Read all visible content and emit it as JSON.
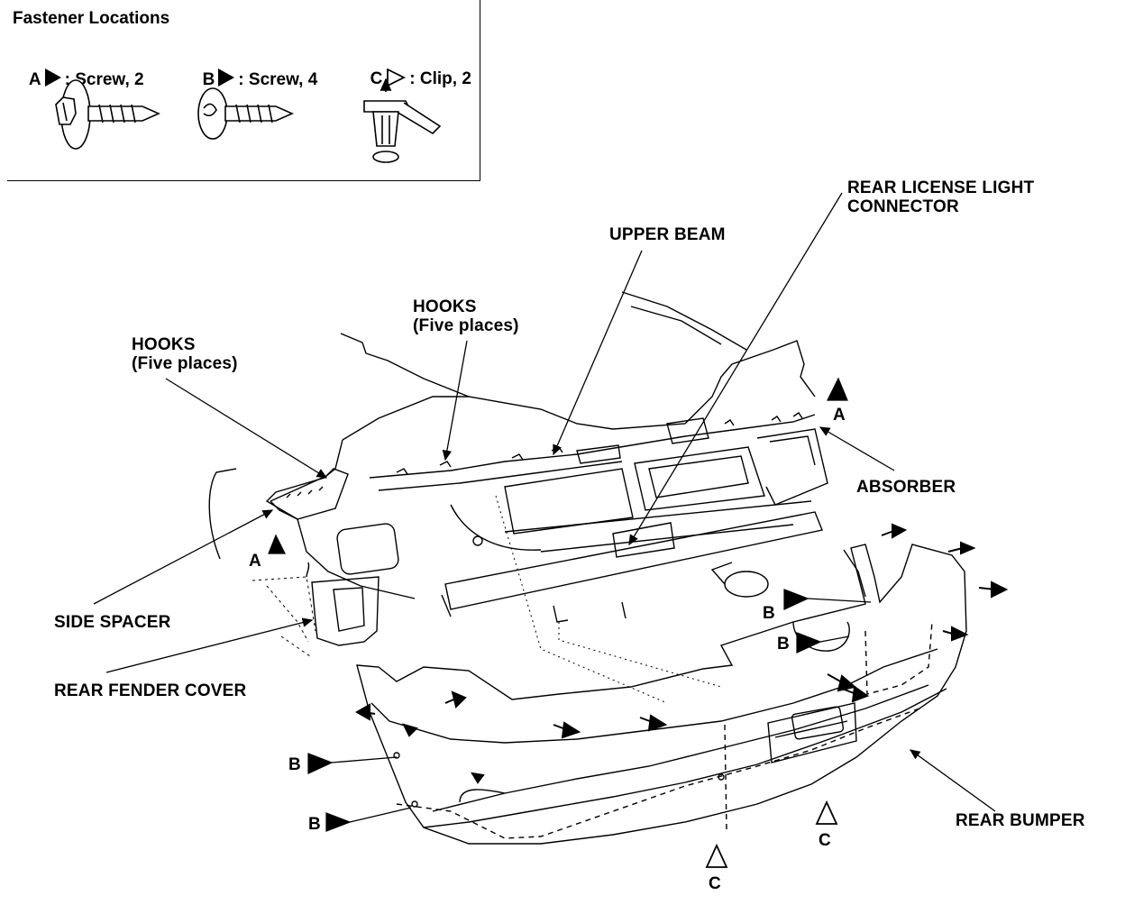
{
  "legend": {
    "title": "Fastener Locations",
    "items": [
      {
        "key": "A",
        "text": ": Screw, 2",
        "symbol": "solid-triangle"
      },
      {
        "key": "B",
        "text": ": Screw, 4",
        "symbol": "solid-triangle"
      },
      {
        "key": "C",
        "text": ": Clip, 2",
        "symbol": "open-triangle"
      }
    ]
  },
  "labels": {
    "rear_license_light_connector": "REAR LICENSE LIGHT\nCONNECTOR",
    "upper_beam": "UPPER BEAM",
    "hooks_center": "HOOKS\n(Five places)",
    "hooks_left": "HOOKS\n(Five places)",
    "absorber": "ABSORBER",
    "side_spacer": "SIDE SPACER",
    "rear_fender_cover": "REAR FENDER COVER",
    "rear_bumper": "REAR BUMPER"
  },
  "markers": {
    "a_left": "A",
    "a_right": "A",
    "b_mid_1": "B",
    "b_mid_2": "B",
    "b_left_1": "B",
    "b_left_2": "B",
    "c_1": "C",
    "c_2": "C"
  },
  "colors": {
    "ink": "#000000",
    "paper": "#ffffff"
  }
}
